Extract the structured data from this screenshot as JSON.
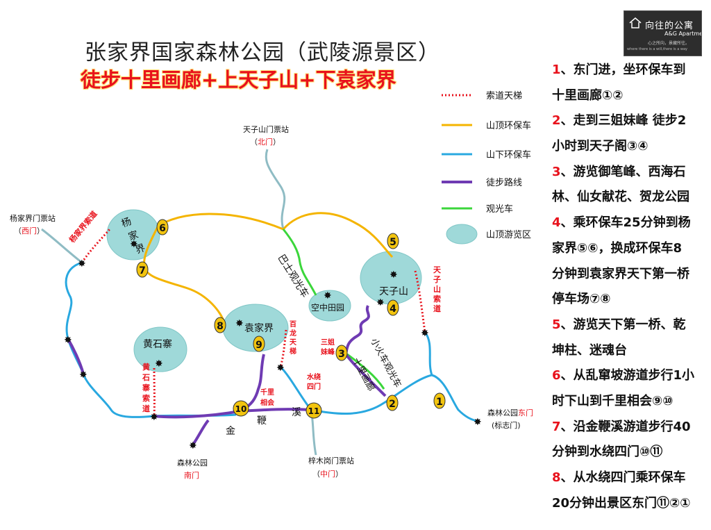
{
  "title": "张家界国家森林公园（武陵源景区）",
  "subtitle": "徒步十里画廊+上天子山+下袁家界",
  "logo": {
    "cn": "向往的公寓",
    "en": "A&G Apartment",
    "slogan": "心之所向，景藏所往。",
    "tagline": "where there is a will,there is a way"
  },
  "legend": [
    {
      "label": "索道天梯",
      "color": "#e8121c",
      "style": "dotted"
    },
    {
      "label": "山顶环保车",
      "color": "#f4b400",
      "style": "solid"
    },
    {
      "label": "山下环保车",
      "color": "#29a8e0",
      "style": "solid"
    },
    {
      "label": "徒步路线",
      "color": "#6f3bb3",
      "style": "solid"
    },
    {
      "label": "观光车",
      "color": "#3bd63b",
      "style": "solid"
    },
    {
      "label": "山顶游览区",
      "color": "#9fd9d9",
      "style": "area"
    }
  ],
  "colors": {
    "cable": "#e8121c",
    "topbus": "#f4b400",
    "lowbus": "#29a8e0",
    "hike": "#6f3bb3",
    "sightseeing": "#3bd63b",
    "area": "#9fd9d9",
    "road": "#8fbcc4",
    "marker": "#f2c40f"
  },
  "areas": [
    "杨家界",
    "袁家界",
    "天子山",
    "黄石寨",
    "空中田园"
  ],
  "places": {
    "north_gate": "天子山门票站",
    "north_gate_sub": "北门",
    "west_gate": "杨家界门票站",
    "west_gate_sub": "西门",
    "east_gate": "森林公园东门",
    "east_gate_sub": "(标志门)",
    "south_gate": "森林公园",
    "south_gate_sub": "南门",
    "middle_gate": "梓木岗门票站",
    "middle_gate_sub": "中门",
    "bus_label": "巴士观光车",
    "train_label": "小火车观光车",
    "shili": "十里画廊",
    "yangjiajie_cable": "杨家界索道",
    "tianzi_cable": "天子山索道",
    "bailong": "百龙天梯",
    "huangshi_cable": "黄石寨索道",
    "sanjie": "三姐妹峰",
    "qianli": "千里相会",
    "shuirao": "水绕四门",
    "jin": "金",
    "bian": "鞭",
    "xi": "溪"
  },
  "markers": [
    "1",
    "2",
    "3",
    "4",
    "5",
    "6",
    "7",
    "8",
    "9",
    "10",
    "11"
  ],
  "steps": [
    [
      "1、东门进，坐环保车到",
      "十里画廊①②"
    ],
    [
      "2、走到三姐妹峰  徒步2",
      "小时到天子阁③④"
    ],
    [
      "3、游览御笔峰、西海石",
      "林、仙女献花、贺龙公园"
    ],
    [
      "4、乘环保车25分钟到杨",
      "家界⑤⑥，换成环保车8",
      "分钟到袁家界天下第一桥",
      "停车场⑦⑧"
    ],
    [
      "5、游览天下第一桥、乾",
      "坤柱、迷魂台"
    ],
    [
      "6、从乱窜坡游道步行1小",
      "时下山到千里相会⑨⑩"
    ],
    [
      "7、沿金鞭溪游道步行40",
      "分钟到水绕四门⑩⑪"
    ],
    [
      "8、从水绕四门乘环保车",
      "20分钟出景区东门⑪②①"
    ]
  ]
}
